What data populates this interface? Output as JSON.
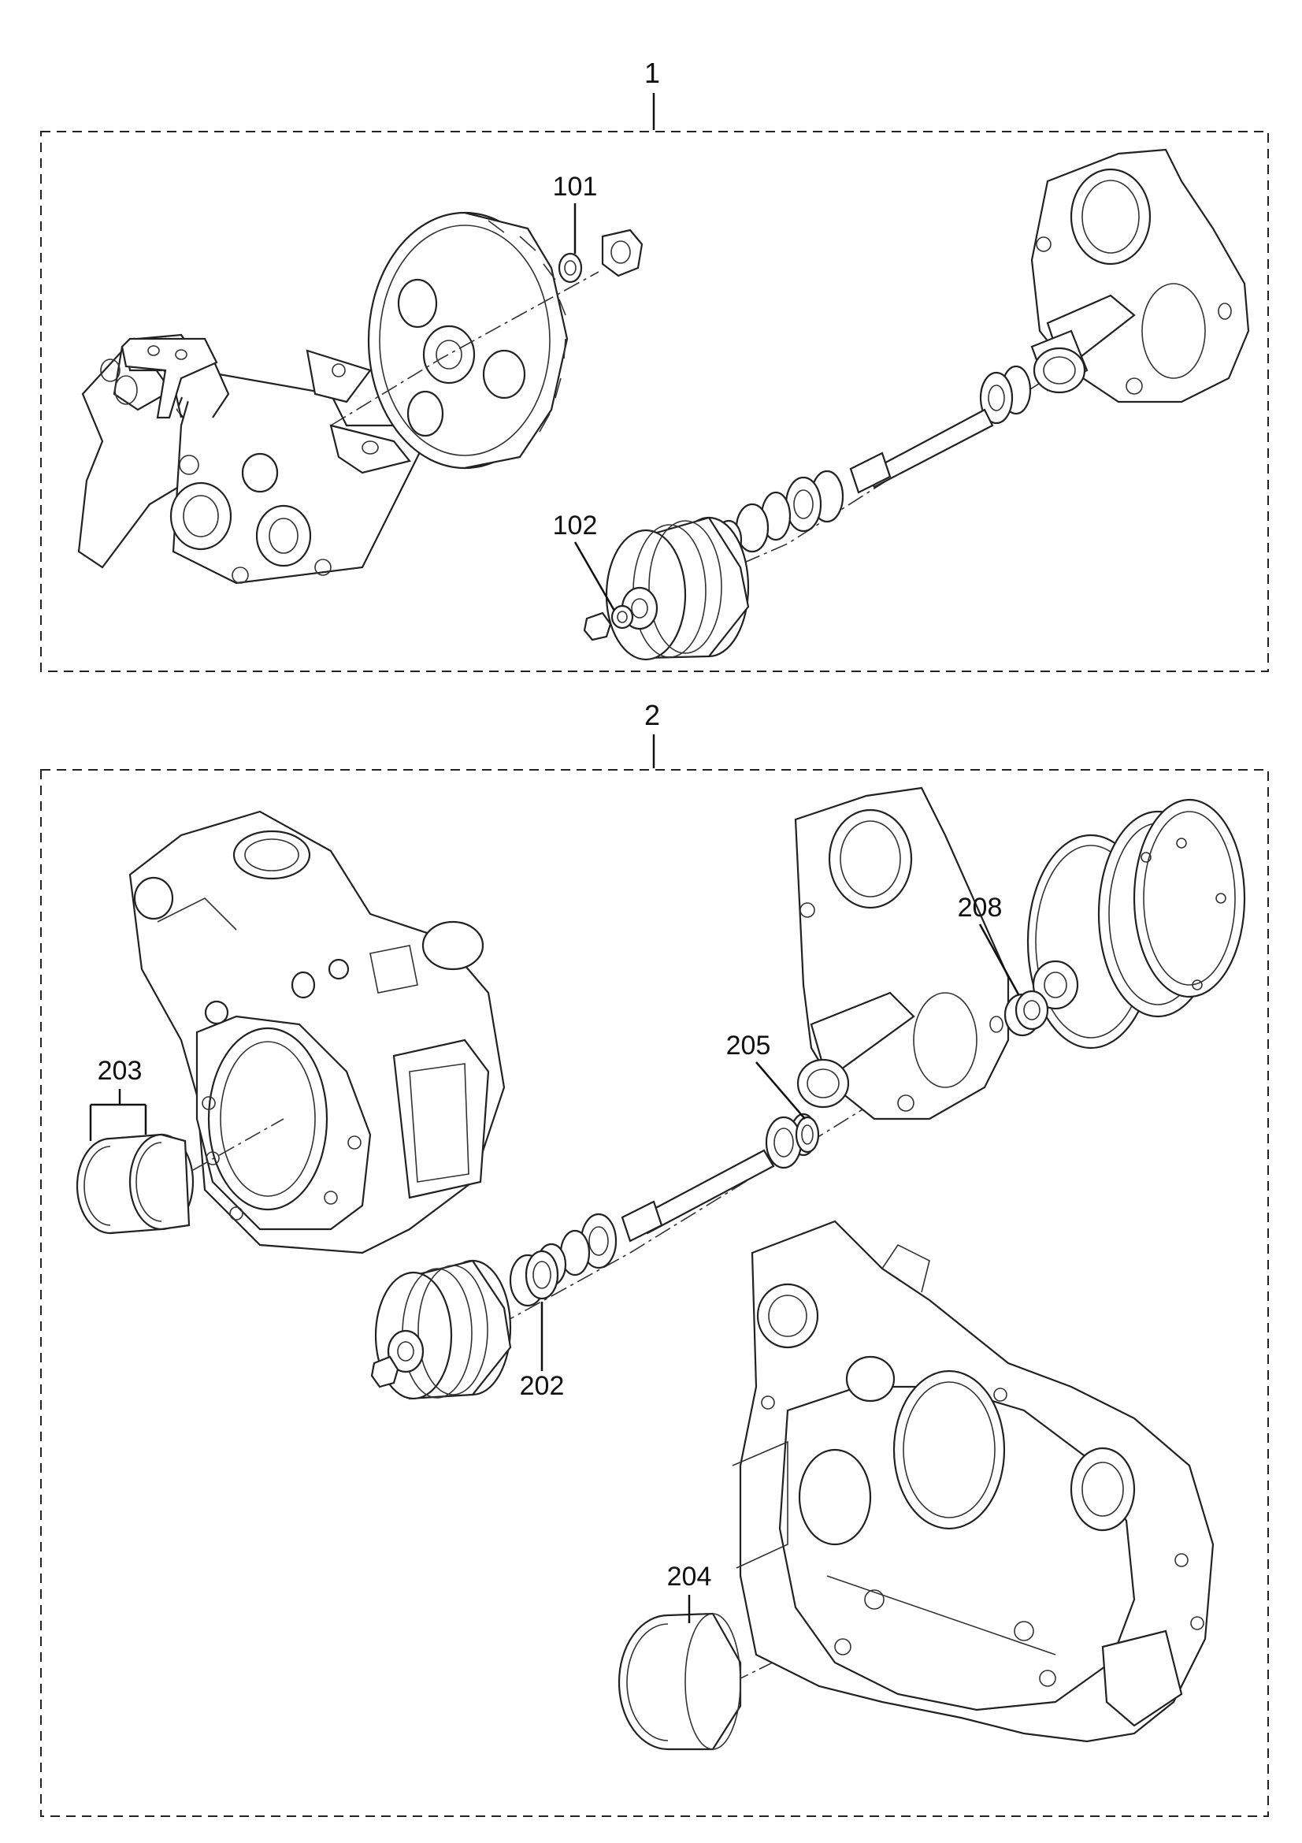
{
  "groups": [
    {
      "label": "1",
      "callouts": [
        "101",
        "102"
      ]
    },
    {
      "label": "2",
      "callouts": [
        "208",
        "205",
        "203",
        "202",
        "204"
      ]
    }
  ]
}
